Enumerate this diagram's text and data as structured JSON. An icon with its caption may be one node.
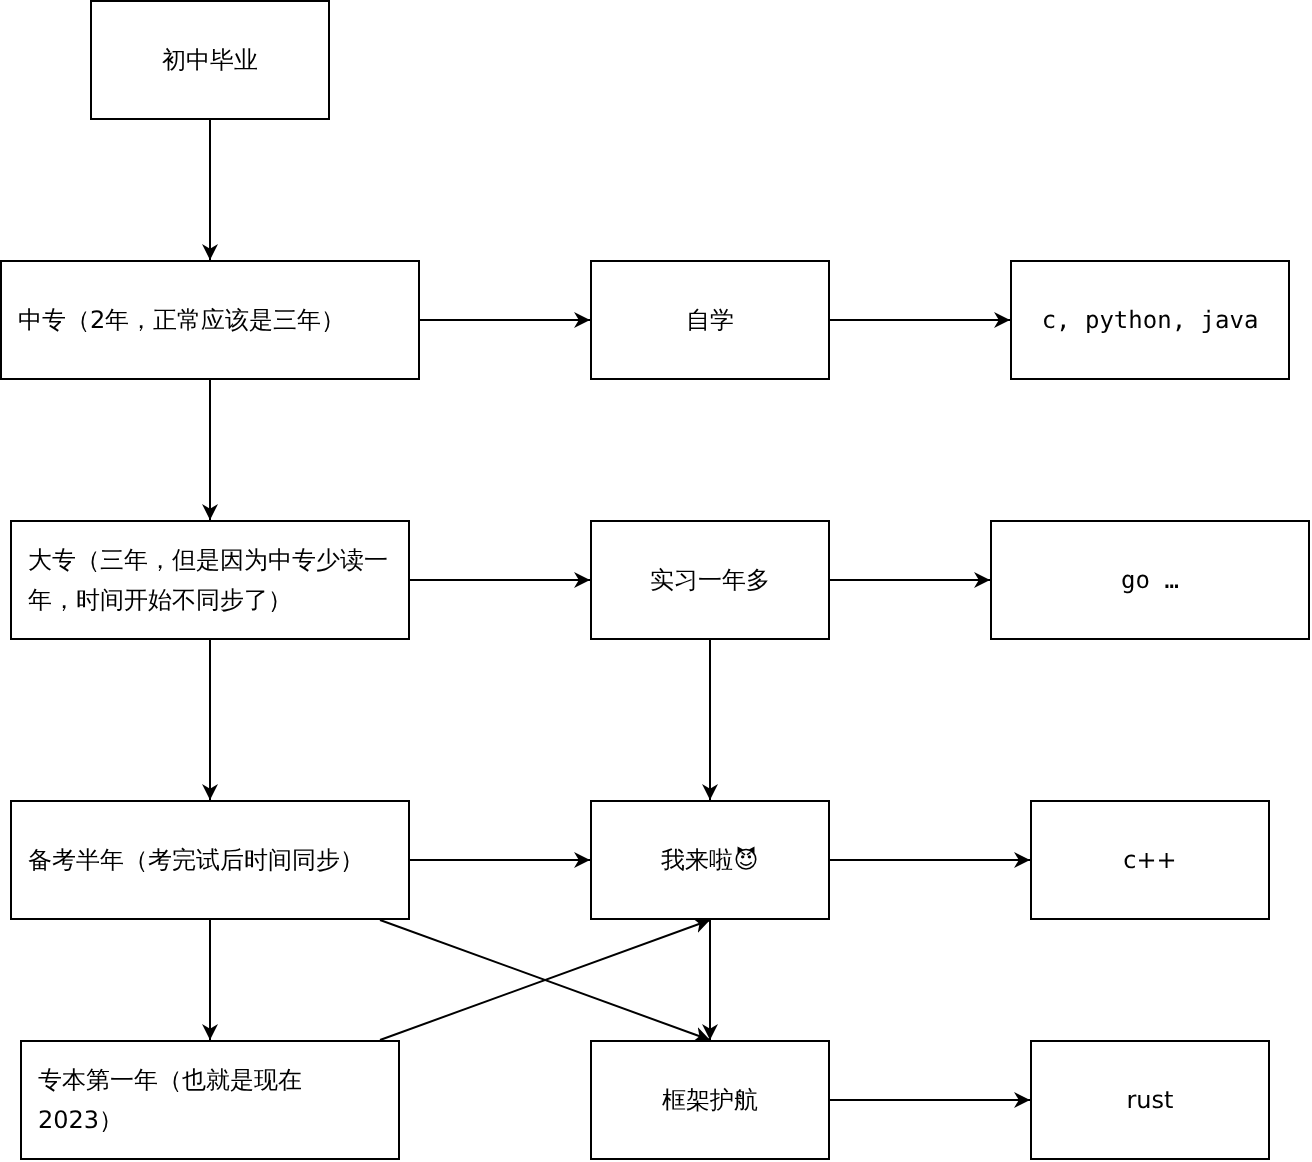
{
  "diagram": {
    "nodes": [
      {
        "text": [
          "初中毕业"
        ]
      },
      {
        "text": [
          "中专（2年，正常应该是三年）"
        ]
      },
      {
        "text": [
          "自学"
        ]
      },
      {
        "text": [
          "c, python, java"
        ]
      },
      {
        "text": [
          "大专（三年，但是因为中专少读一年，时间开始不同步了）"
        ]
      },
      {
        "text": [
          "实习一年多"
        ]
      },
      {
        "text": [
          "go …"
        ]
      },
      {
        "text": [
          "备考半年（考完试后时间同步）"
        ]
      },
      {
        "text": [
          "我来啦😈"
        ]
      },
      {
        "text": [
          "c++"
        ]
      },
      {
        "text": [
          "专本第一年（也就是现在2023）"
        ]
      },
      {
        "text": [
          "框架护航"
        ]
      },
      {
        "text": [
          "rust"
        ]
      }
    ],
    "edges": [
      {
        "from": 0,
        "to": 1,
        "arrow": "to"
      },
      {
        "from": 1,
        "to": 2,
        "arrow": "to"
      },
      {
        "from": 2,
        "to": 3,
        "arrow": "to"
      },
      {
        "from": 1,
        "to": 4,
        "arrow": "to"
      },
      {
        "from": 4,
        "to": 5,
        "arrow": "to"
      },
      {
        "from": 5,
        "to": 6,
        "arrow": "to"
      },
      {
        "from": 4,
        "to": 7,
        "arrow": "to"
      },
      {
        "from": 5,
        "to": 8,
        "arrow": "to"
      },
      {
        "from": 7,
        "to": 8,
        "arrow": "to"
      },
      {
        "from": 8,
        "to": 9,
        "arrow": "to"
      },
      {
        "from": 7,
        "to": 10,
        "arrow": "to"
      },
      {
        "from": 7,
        "to": 11,
        "arrow": "to"
      },
      {
        "from": 10,
        "to": 8,
        "arrow": "to"
      },
      {
        "from": 8,
        "to": 11,
        "arrow": "to"
      },
      {
        "from": 11,
        "to": 12,
        "arrow": "to"
      }
    ]
  }
}
